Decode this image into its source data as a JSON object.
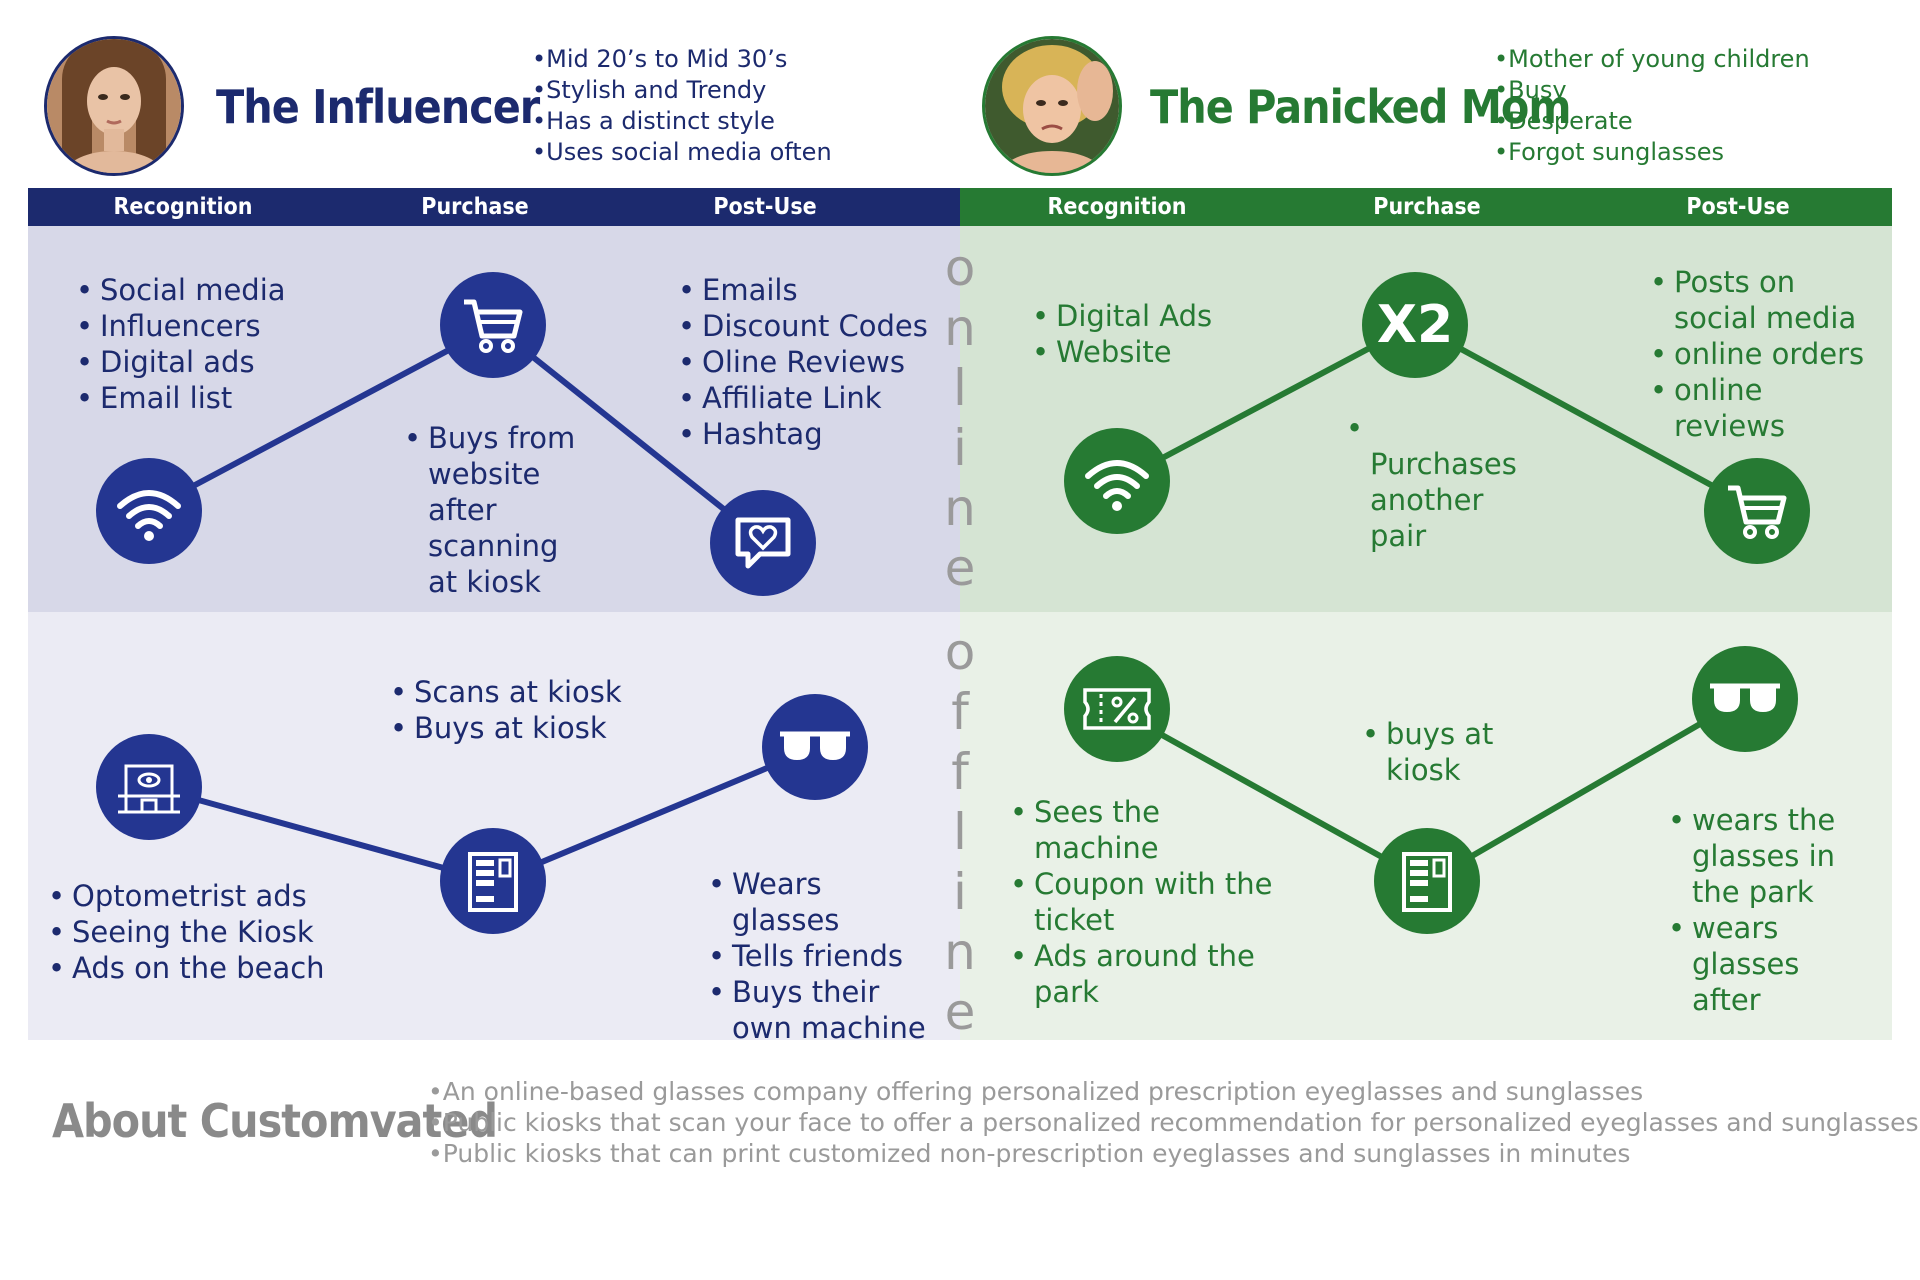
{
  "colors": {
    "blue": "#1c2a6e",
    "green": "#267a33",
    "blue_panel_online": "#d7d8e8",
    "blue_panel_offline": "#ebebf4",
    "green_panel_online": "#d5e4d3",
    "green_panel_offline": "#e9f1e7",
    "about_text": "#9a9a9a"
  },
  "influencer": {
    "name": "The Influencer",
    "avatar_icon": "woman-portrait",
    "traits": [
      "Mid 20’s to Mid 30’s",
      "Stylish and Trendy",
      "Has a distinct style",
      "Uses social media often"
    ],
    "stages": [
      "Recognition",
      "Purchase",
      "Post-Use"
    ],
    "online": {
      "recognition": [
        "Social media",
        "Influencers",
        "Digital ads",
        "Email list"
      ],
      "purchase": [
        "Buys from website after scanning at kiosk"
      ],
      "post_use": [
        "Emails",
        "Discount Codes",
        "Oline Reviews",
        "Affiliate Link",
        "Hashtag"
      ],
      "icons": [
        "wifi-icon",
        "cart-icon",
        "heart-chat-icon"
      ]
    },
    "offline": {
      "recognition": [
        "Optometrist ads",
        "Seeing the Kiosk",
        "Ads on the beach"
      ],
      "purchase": [
        "Scans at kiosk",
        "Buys at kiosk"
      ],
      "post_use": [
        "Wears glasses",
        "Tells friends",
        "Buys their own machine"
      ],
      "icons": [
        "optometrist-store-icon",
        "kiosk-machine-icon",
        "sunglasses-icon"
      ]
    }
  },
  "mom": {
    "name": "The Panicked Mom",
    "avatar_icon": "stressed-woman-portrait",
    "traits": [
      "Mother of young children",
      "Busy",
      "Desperate",
      "Forgot sunglasses"
    ],
    "stages": [
      "Recognition",
      "Purchase",
      "Post-Use"
    ],
    "online": {
      "recognition": [
        "Digital Ads",
        "Website"
      ],
      "purchase": [
        "Purchases another pair"
      ],
      "purchase_badge": "X2",
      "post_use": [
        "Posts on social media",
        "online orders",
        "online reviews"
      ],
      "icons": [
        "wifi-icon",
        "x2-badge-icon",
        "cart-icon"
      ]
    },
    "offline": {
      "recognition": [
        "Sees the machine",
        "Coupon with the ticket",
        "Ads around the park"
      ],
      "purchase": [
        "buys at kiosk"
      ],
      "post_use": [
        "wears the glasses in the park",
        "wears glasses after"
      ],
      "icons": [
        "coupon-ticket-icon",
        "kiosk-machine-icon",
        "sunglasses-icon"
      ]
    }
  },
  "channels": {
    "online": "online",
    "offline": "offline"
  },
  "about": {
    "title": "About Customvated",
    "items": [
      "An online-based glasses company offering personalized prescription eyeglasses and sunglasses",
      "Public kiosks that scan your face to offer a personalized recommendation for personalized eyeglasses and sunglasses",
      "Public kiosks that can print customized non-prescription eyeglasses and sunglasses in minutes"
    ]
  }
}
